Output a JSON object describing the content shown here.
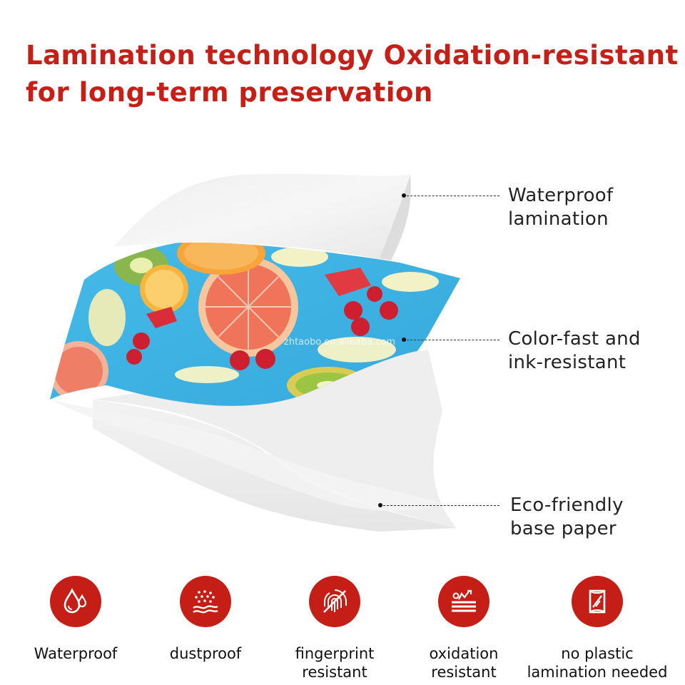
{
  "headline": {
    "line1": "Lamination technology Oxidation-resistant",
    "line2": "for long-term preservation"
  },
  "callouts": [
    {
      "line1": "Waterproof",
      "line2": "lamination"
    },
    {
      "line1": "Color-fast and",
      "line2": "ink-resistant"
    },
    {
      "line1": "Eco-friendly",
      "line2": "base paper"
    }
  ],
  "watermark": "zhtaobo.en.alibaba.com",
  "features": [
    {
      "icon": "water-drops-icon",
      "line1": "Waterproof",
      "line2": ""
    },
    {
      "icon": "dust-particles-icon",
      "line1": "dustproof",
      "line2": ""
    },
    {
      "icon": "fingerprint-crossed-icon",
      "line1": "fingerprint",
      "line2": "resistant"
    },
    {
      "icon": "oxidation-shield-icon",
      "line1": "oxidation",
      "line2": "resistant"
    },
    {
      "icon": "no-plastic-film-icon",
      "line1": "no plastic",
      "line2": "lamination needed"
    }
  ],
  "colors": {
    "accent": "#c61f17",
    "badge": "#c41e16",
    "photo_background": "#3fb3e4"
  }
}
